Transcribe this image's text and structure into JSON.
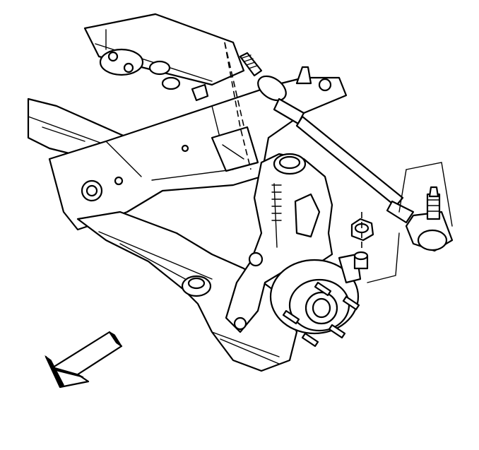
{
  "figure": {
    "colors": {
      "line": "#000000",
      "fill": "#ffffff",
      "background": "#ffffff"
    },
    "parts": [
      "front-crossmember",
      "frame-rail",
      "lower-control-arm",
      "steering-knuckle",
      "wheel-hub",
      "tie-rod",
      "tie-rod-end",
      "tie-rod-end-nut",
      "ball-joint",
      "direction-arrow"
    ]
  }
}
